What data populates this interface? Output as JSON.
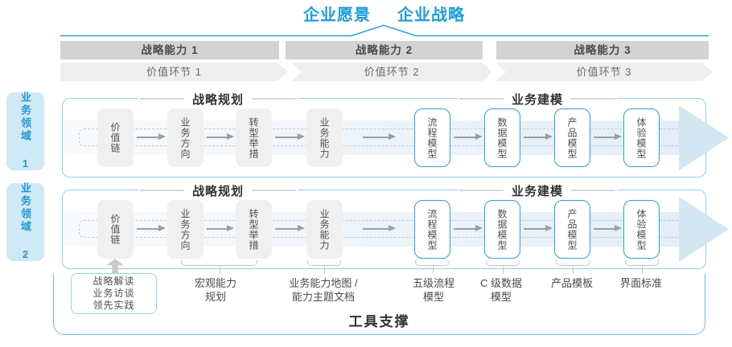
{
  "title": {
    "vision": "企业愿景",
    "strategy": "企业战略"
  },
  "strategic_capabilities": {
    "cap1": "战略能力 1",
    "cap2": "战略能力 2",
    "cap3": "战略能力 3"
  },
  "value_links": {
    "link1": "价值环节 1",
    "link2": "价值环节 2",
    "link3": "价值环节 3"
  },
  "domains": {
    "domain1": "业务领域 1",
    "domain2": "业务领域 2"
  },
  "row_headers": {
    "planning": "战略规划",
    "modeling": "业务建模"
  },
  "boxes": {
    "b1": "价值链",
    "b2": "业务方向",
    "b3": "转型举措",
    "b4": "业务能力",
    "b5": "流程模型",
    "b6": "数据模型",
    "b7": "产品模型",
    "b8": "体验模型"
  },
  "annotations": {
    "inputs": {
      "line1": "战略解读",
      "line2": "业务访谈",
      "line3": "领先实践"
    },
    "macro": {
      "line1": "宏观能力",
      "line2": "规划"
    },
    "capability_map": {
      "line1": "业务能力地图 /",
      "line2": "能力主题文档"
    },
    "process": {
      "line1": "五级流程",
      "line2": "模型"
    },
    "data": {
      "line1": "C 级数据",
      "line2": "模型"
    },
    "product": {
      "line1": "产品模板"
    },
    "ui": {
      "line1": "界面标准"
    }
  },
  "footer": {
    "label": "工具支撑"
  },
  "colors": {
    "accent_blue": "#1b9ed9",
    "row_border": "#93cdea",
    "band_blue": "#e2eef8",
    "arrowhead_blue": "#d5e6f3",
    "bar_gray": "#d3d3d3",
    "chevron_gray": "#eeeeee",
    "box_gray": "#f0f0f0",
    "box_blue_border": "#2e9fd4",
    "footer_border": "#6bbde4"
  }
}
